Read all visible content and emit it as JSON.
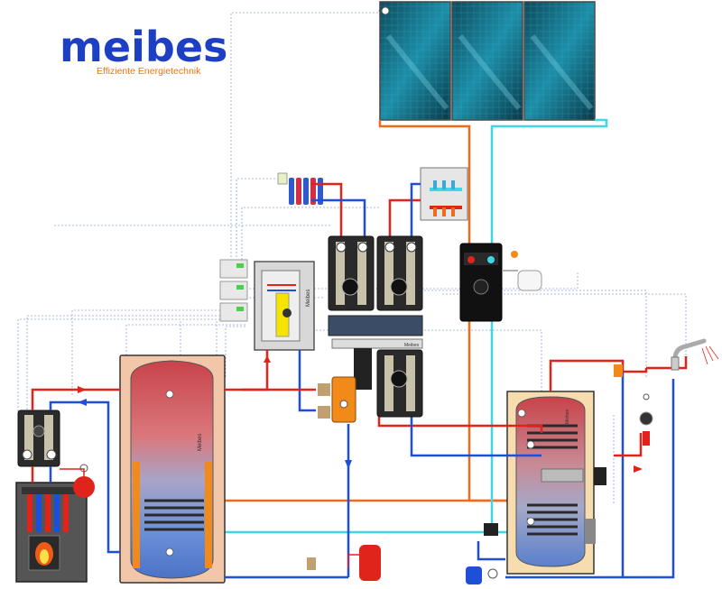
{
  "brand": {
    "name": "meibes",
    "tagline": "Effiziente Energietechnik",
    "name_color": "#1d3fc4",
    "tagline_color": "#e97512"
  },
  "colors": {
    "hot_pipe": "#e0241b",
    "cold_pipe": "#1f4fd8",
    "solar_flow": "#f06a1e",
    "solar_return": "#3fd6e6",
    "signal_line": "#8aa4d6"
  },
  "tank_labels": {
    "buffer_tank": "Meibes",
    "dhw_tank": "Meibes",
    "boiler_unit": "Meibes",
    "mixer_module": "Meibes"
  },
  "icons": [
    "solar-collector-icon",
    "radiator-icon",
    "underfloor-manifold-icon",
    "buffer-tank-icon",
    "dhw-tank-icon",
    "solid-fuel-boiler-icon",
    "gas-boiler-icon",
    "expansion-vessel-icon",
    "pump-icon",
    "controller-icon",
    "faucet-icon",
    "temperature-sensor-icon"
  ]
}
